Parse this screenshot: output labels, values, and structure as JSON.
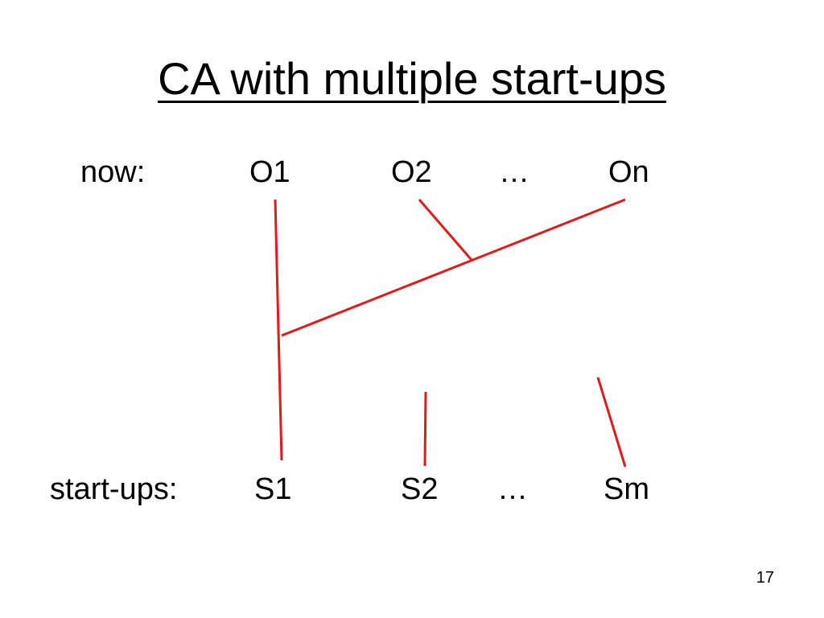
{
  "slide": {
    "title": "CA with multiple start-ups",
    "rows": {
      "now": {
        "label": "now:",
        "items": [
          "O1",
          "O2",
          "…",
          "On"
        ]
      },
      "startups": {
        "label": "start-ups:",
        "items": [
          "S1",
          "S2",
          "…",
          "Sm"
        ]
      }
    },
    "page_number": "17",
    "line_color": "#e01b1b"
  }
}
